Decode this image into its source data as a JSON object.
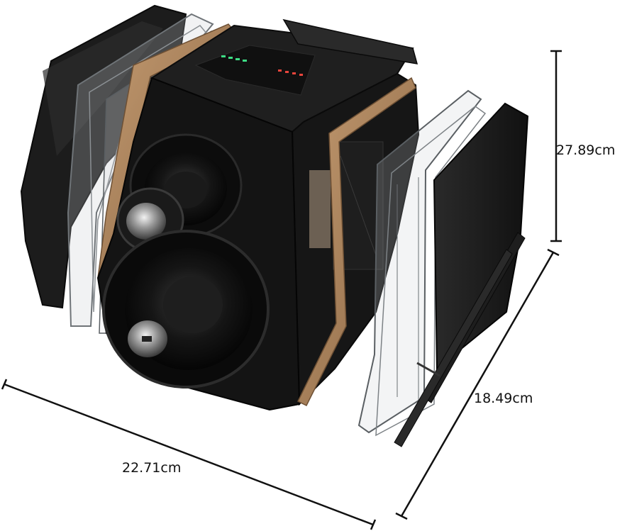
{
  "image": {
    "subject": "exploded-view-speaker-icon",
    "colors": {
      "background": "#ffffff",
      "cabinet": "#141414",
      "cabinet_top": "#1f1f1f",
      "wood_trim": "#a8825c",
      "glass_panel": "#c9cdd0",
      "dimension_line": "#111111",
      "status_led_green": "#3ddc84",
      "status_led_red": "#e8453c"
    }
  },
  "dimensions": {
    "height": "27.89cm",
    "depth": "18.49cm",
    "width": "22.71cm"
  }
}
